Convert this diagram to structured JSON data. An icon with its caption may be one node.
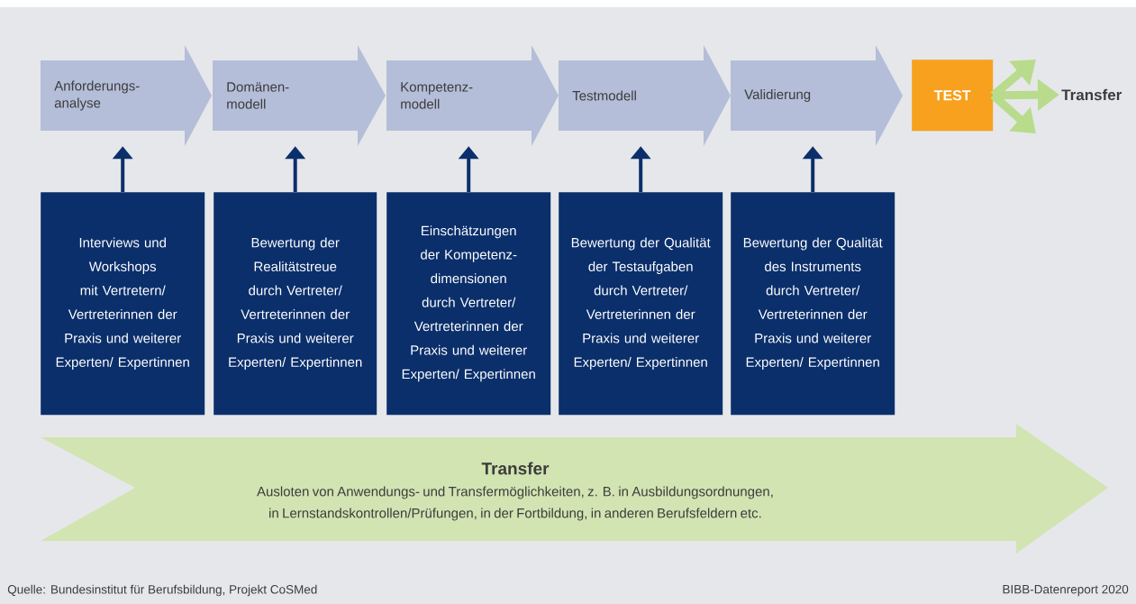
{
  "diagram": {
    "nodes": [
      {
        "text": [
          "Anforderungs- analyse"
        ]
      },
      {
        "text": [
          "Domänen- modell"
        ]
      },
      {
        "text": [
          "Kompetenz- modell"
        ]
      },
      {
        "text": [
          "Testmodell"
        ]
      },
      {
        "text": [
          "Validierung"
        ]
      },
      {
        "text": [
          "TEST"
        ]
      },
      {
        "text": [
          "Transfer"
        ]
      },
      {
        "text": [
          "Interviews und Workshops mit Vertretern/ Vertreterinnen der Praxis und weiterer Experten/ Expertinnen"
        ]
      },
      {
        "text": [
          "Bewertung der Realitätstreue durch Vertreter/ Vertreterinnen der Praxis und weiterer Experten/ Expertinnen"
        ]
      },
      {
        "text": [
          "Einschätzungen der Kompetenz- dimensionen durch Vertreter/ Vertreterinnen der Praxis und weiterer Experten/ Expertinnen"
        ]
      },
      {
        "text": [
          "Bewertung der Qualität der Testaufgaben durch Vertreter/ Vertreterinnen der Praxis und weiterer Experten/ Expertinnen"
        ]
      },
      {
        "text": [
          "Bewertung der Qualität des Instruments durch Vertreter/ Vertreterinnen der Praxis und weiterer Experten/ Expertinnen"
        ]
      },
      {
        "text": [
          "Transfer",
          "Ausloten von Anwendungs- und Transfermöglichkeiten, z. B. in Ausbildungsordnungen, in Lernstandskontrollen/Prüfungen, in der Fortbildung, in anderen Berufsfeldern etc."
        ]
      }
    ],
    "edges": [
      {
        "from": 7,
        "to": 0,
        "arrow": "to"
      },
      {
        "from": 8,
        "to": 1,
        "arrow": "to"
      },
      {
        "from": 9,
        "to": 2,
        "arrow": "to"
      },
      {
        "from": 10,
        "to": 3,
        "arrow": "to"
      },
      {
        "from": 11,
        "to": 4,
        "arrow": "to"
      },
      {
        "from": 5,
        "to": 6,
        "arrow": "to",
        "style": "thick",
        "color": "#b8db8c"
      },
      {
        "from": 5,
        "to": null,
        "arrow": "to",
        "style": "thick",
        "color": "#b8db8c"
      },
      {
        "from": 5,
        "to": null,
        "arrow": "to",
        "style": "thick",
        "color": "#b8db8c"
      }
    ],
    "labels": [
      "Quelle: Bundesinstitut für Berufsbildung, Projekt CoSMed",
      "BIBB-Datenreport 2020"
    ]
  }
}
